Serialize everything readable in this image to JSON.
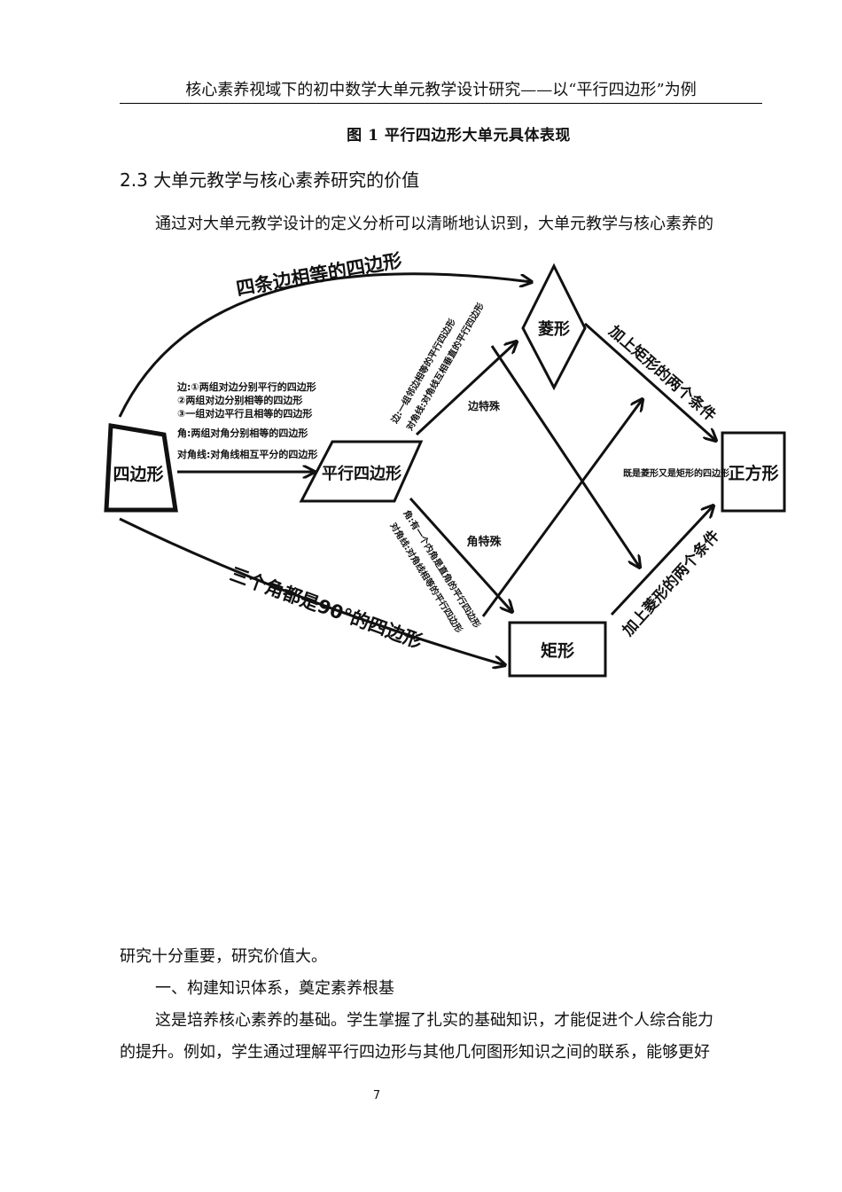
{
  "header": {
    "running_title": "核心素养视域下的初中数学大单元教学设计研究——以“平行四边形”为例"
  },
  "figure": {
    "caption": "图 1  平行四边形大单元具体表现",
    "nodes": {
      "quadrilateral": "四边形",
      "parallelogram": "平行四边形",
      "rhombus": "菱形",
      "rectangle": "矩形",
      "square": "正方形"
    },
    "arcs": {
      "top": "四条边相等的四边形",
      "bottom": "三个角都是90°的四边形"
    },
    "conditions_to_parallelogram": [
      "边:①两组对边分别平行的四边形",
      "②两组对边分别相等的四边形",
      "③一组对边平行且相等的四边形",
      "角:两组对角分别相等的四边形",
      "对角线:对角线相互平分的四边形"
    ],
    "to_rhombus_conditions": [
      "边:一组邻边相等的平行四边形",
      "对角线:对角线互相垂直的平行四边形"
    ],
    "to_rectangle_conditions": [
      "角:有一个内角是直角的平行四边形",
      "对角线:对角线相等的平行四边形"
    ],
    "side_special": "边特殊",
    "angle_special": "角特殊",
    "rhombus_to_square": "加上矩形的两个条件",
    "rectangle_to_square": "加上菱形的两个条件",
    "square_note": "既是菱形又是矩形的四边形"
  },
  "section": {
    "heading": "2.3 大单元教学与核心素养研究的价值"
  },
  "paragraphs": {
    "p1": "通过对大单元教学设计的定义分析可以清晰地认识到，大单元教学与核心素养的",
    "p2": "研究十分重要，研究价值大。",
    "p3": "一、构建知识体系，奠定素养根基",
    "p4a": "这是培养核心素养的基础。学生掌握了扎实的基础知识，才能促进个人综合能力",
    "p4b": "的提升。例如，学生通过理解平行四边形与其他几何图形知识之间的联系，能够更好"
  },
  "footer": {
    "page_number": "7"
  }
}
